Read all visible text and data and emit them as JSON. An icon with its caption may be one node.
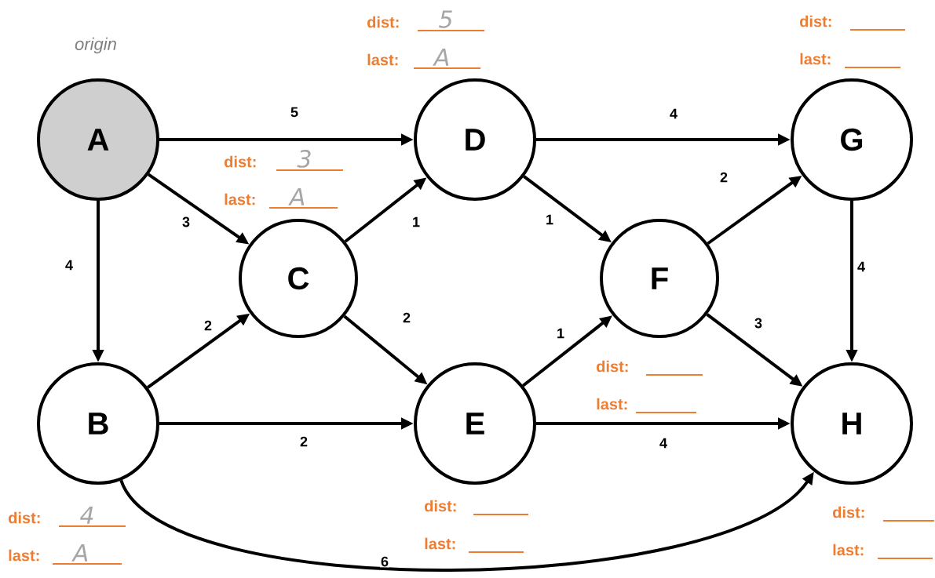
{
  "diagram": {
    "nodes": [
      {
        "text": [
          "A"
        ],
        "beside": [
          "origin"
        ]
      },
      {
        "text": [
          "D"
        ],
        "beside": [
          "dist:",
          "5",
          "last:",
          "A"
        ]
      },
      {
        "text": [
          "G"
        ],
        "beside": [
          "dist:",
          "last:"
        ]
      },
      {
        "text": [
          "C"
        ],
        "beside": [
          "dist:",
          "3",
          "last:",
          "A"
        ]
      },
      {
        "text": [
          "F"
        ],
        "beside": [
          "dist:",
          "last:"
        ]
      },
      {
        "text": [
          "B"
        ],
        "beside": [
          "dist:",
          "4",
          "last:",
          "A"
        ]
      },
      {
        "text": [
          "E"
        ],
        "beside": [
          "dist:",
          "last:"
        ]
      },
      {
        "text": [
          "H"
        ],
        "beside": [
          "dist:",
          "last:"
        ]
      }
    ],
    "edges": [
      {
        "from": 0,
        "to": 1,
        "arrow": "to",
        "label": "5"
      },
      {
        "from": 0,
        "to": 3,
        "arrow": "to",
        "label": "3"
      },
      {
        "from": 0,
        "to": 5,
        "arrow": "to",
        "label": "4"
      },
      {
        "from": 3,
        "to": 1,
        "arrow": "to",
        "label": "1"
      },
      {
        "from": 3,
        "to": 6,
        "arrow": "to",
        "label": "2"
      },
      {
        "from": 5,
        "to": 3,
        "arrow": "to",
        "label": "2"
      },
      {
        "from": 5,
        "to": 6,
        "arrow": "to",
        "label": "2"
      },
      {
        "from": 5,
        "to": 7,
        "arrow": "to",
        "label": "6"
      },
      {
        "from": 1,
        "to": 2,
        "arrow": "to",
        "label": "4"
      },
      {
        "from": 1,
        "to": 4,
        "arrow": "to",
        "label": "1"
      },
      {
        "from": 6,
        "to": 4,
        "arrow": "to",
        "label": "1"
      },
      {
        "from": 6,
        "to": 7,
        "arrow": "to",
        "label": "4"
      },
      {
        "from": 4,
        "to": 2,
        "arrow": "to",
        "label": "2"
      },
      {
        "from": 4,
        "to": 7,
        "arrow": "to",
        "label": "3"
      },
      {
        "from": 2,
        "to": 7,
        "arrow": "to",
        "label": "4"
      }
    ]
  }
}
